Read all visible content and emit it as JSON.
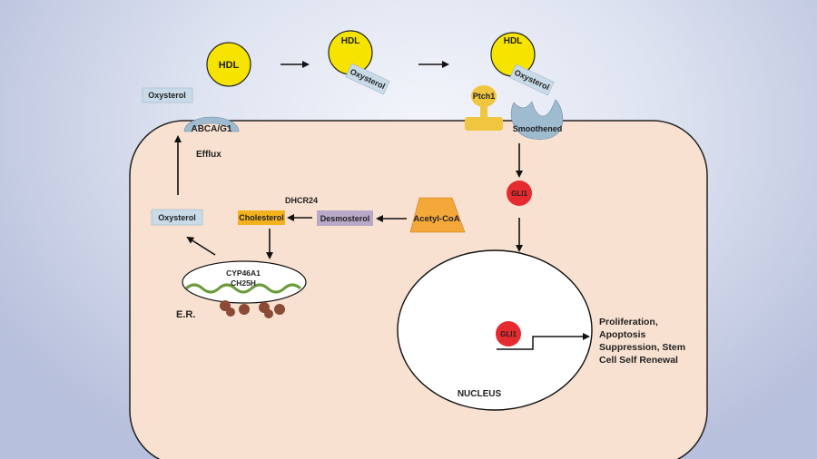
{
  "colors": {
    "cell": "#f8e1d0",
    "cell_border": "#222222",
    "hdl": "#f6e400",
    "oxysterol_box": "#c9dbe8",
    "cholesterol_box": "#f3b21d",
    "desmosterol_box": "#b9a9c9",
    "acetylcoa": "#f4a83a",
    "gli1": "#e52b2f",
    "ptch1": "#f0c640",
    "smoothened": "#9fbbd0",
    "ribosome": "#8b4a35",
    "er_strand": "#6a9a3a"
  },
  "labels": {
    "hdl_1": "HDL",
    "hdl_2": "HDL",
    "hdl_3": "HDL",
    "oxysterol_hdl_2": "Oxysterol",
    "oxysterol_hdl_3": "Oxysterol",
    "oxysterol_outside": "Oxysterol",
    "abca_g1": "ABCA/G1",
    "efflux": "Efflux",
    "ptch1": "Ptch1",
    "smoothened": "Smoothened",
    "gli1_cytoplasm": "GLI1",
    "gli1_nucleus": "GLI1",
    "dhcr24": "DHCR24",
    "oxysterol_cell": "Oxysterol",
    "cholesterol": "Cholesterol",
    "desmosterol": "Desmosterol",
    "acetylcoa": "Acetyl-CoA",
    "er_enzyme_1": "CYP46A1",
    "er_enzyme_2": "CH25H",
    "er": "E.R.",
    "nucleus": "NUCLEUS",
    "outcome_1": "Proliferation,",
    "outcome_2": "Apoptosis",
    "outcome_3": "Suppression, Stem",
    "outcome_4": "Cell Self Renewal"
  }
}
